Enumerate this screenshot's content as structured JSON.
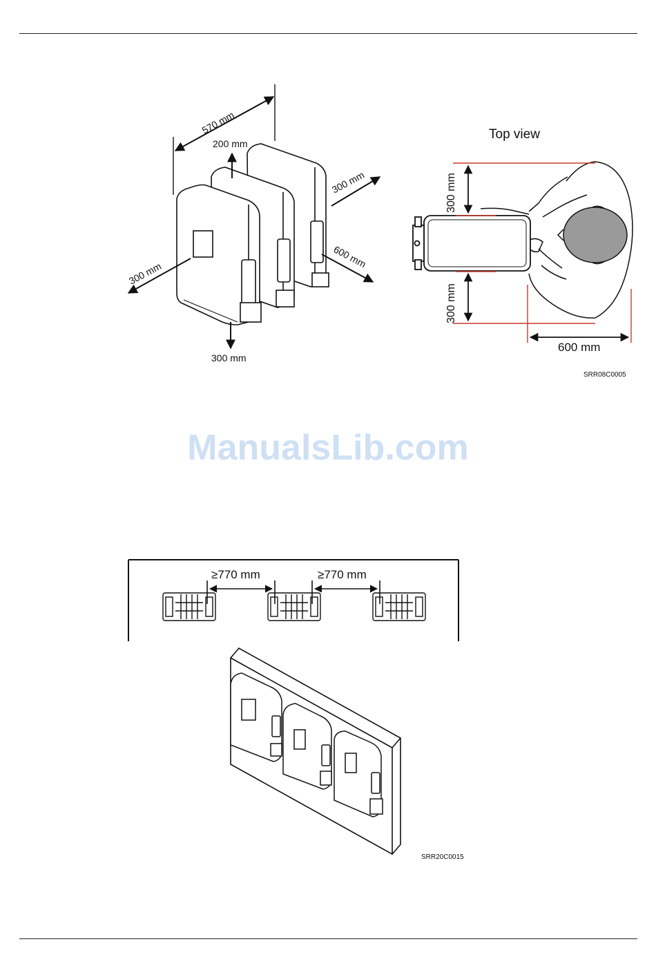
{
  "figure1": {
    "iso_labels": {
      "width_total": "570 mm",
      "top": "200 mm",
      "right": "300 mm",
      "front": "600 mm",
      "left": "300 mm",
      "bottom": "300 mm"
    },
    "top_view": {
      "title": "Top view",
      "upper": "300 mm",
      "lower": "300 mm",
      "front": "600 mm"
    },
    "code": "SRR08C0005"
  },
  "figure2": {
    "gap_left": "≥770 mm",
    "gap_right": "≥770 mm",
    "code": "SRR20C0015"
  },
  "watermark": "ManualsLib.com",
  "colors": {
    "dimension_red": "#c8382e",
    "watermark": "#cfe0f4",
    "head_gray": "#9a9a9a"
  }
}
